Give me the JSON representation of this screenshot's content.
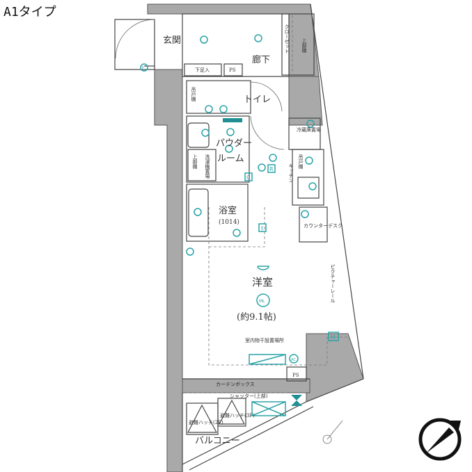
{
  "plan_type": "A1タイプ",
  "rooms": {
    "entrance": "玄関",
    "hallway": "廊下",
    "shoe_box": "下足入",
    "ps_top": "PS",
    "closet": "クローゼット",
    "closet_shelf": "上部棚",
    "toilet": "トイレ",
    "toilet_cabinet": "吊戸棚",
    "powder_room_1": "パウダー",
    "powder_room_2": "ルーム",
    "washer_shelf": "上部棚",
    "washer": "洗濯機置場",
    "bathroom": "浴室",
    "bathroom_size": "(1014)",
    "fridge": "冷蔵庫置場",
    "kitchen_cabinet": "吊戸棚",
    "kitchen": "キッチン",
    "counter_desk": "カウンターデスク",
    "western_room": "洋室",
    "western_room_size": "(約9.1帖)",
    "ceiling_light": "ML",
    "indoor_drying": "室内物干設置場所",
    "picture_rail": "ピクチャーレール",
    "ac": "AC",
    "ps_bottom": "PS",
    "curtain_box": "カーテンボックス",
    "shutter": "シャッター(上部)",
    "hatch_2f": "避難ハッチ(2F)",
    "hatch_3f": "避難ハッチ(3F)",
    "balcony": "バルコニー"
  },
  "symbols": {
    "c": "C",
    "r": "R",
    "t1": "t",
    "t2": "t",
    "m": "M"
  },
  "colors": {
    "equipment": "#2aa3a8",
    "wall": "#a9a9a9"
  }
}
